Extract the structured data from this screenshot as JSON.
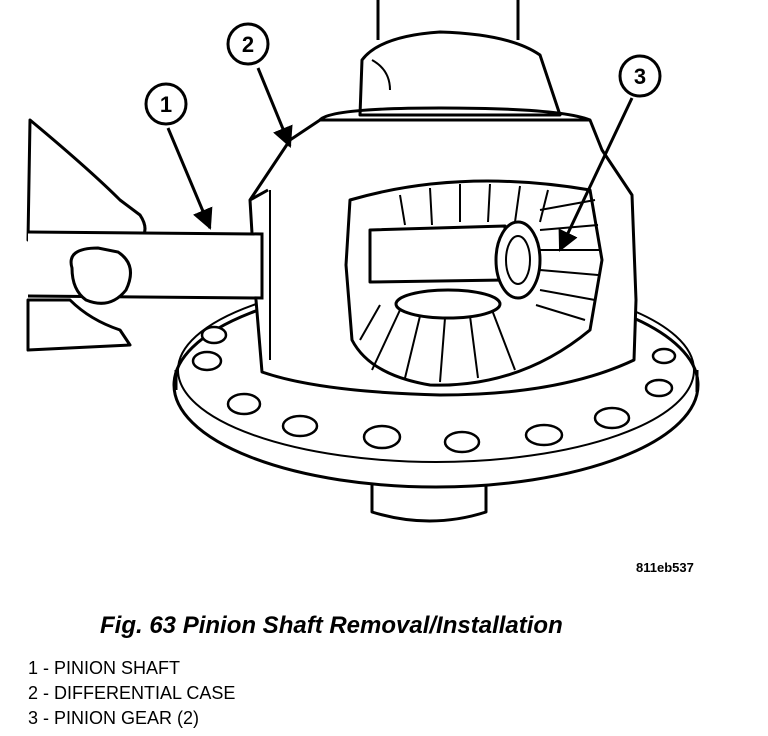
{
  "figure": {
    "id_code": "811eb537",
    "caption": "Fig. 63 Pinion Shaft Removal/Installation",
    "callouts": [
      "1",
      "2",
      "3"
    ],
    "legend": [
      "1 - PINION SHAFT",
      "2 - DIFFERENTIAL CASE",
      "3 - PINION GEAR (2)"
    ]
  }
}
